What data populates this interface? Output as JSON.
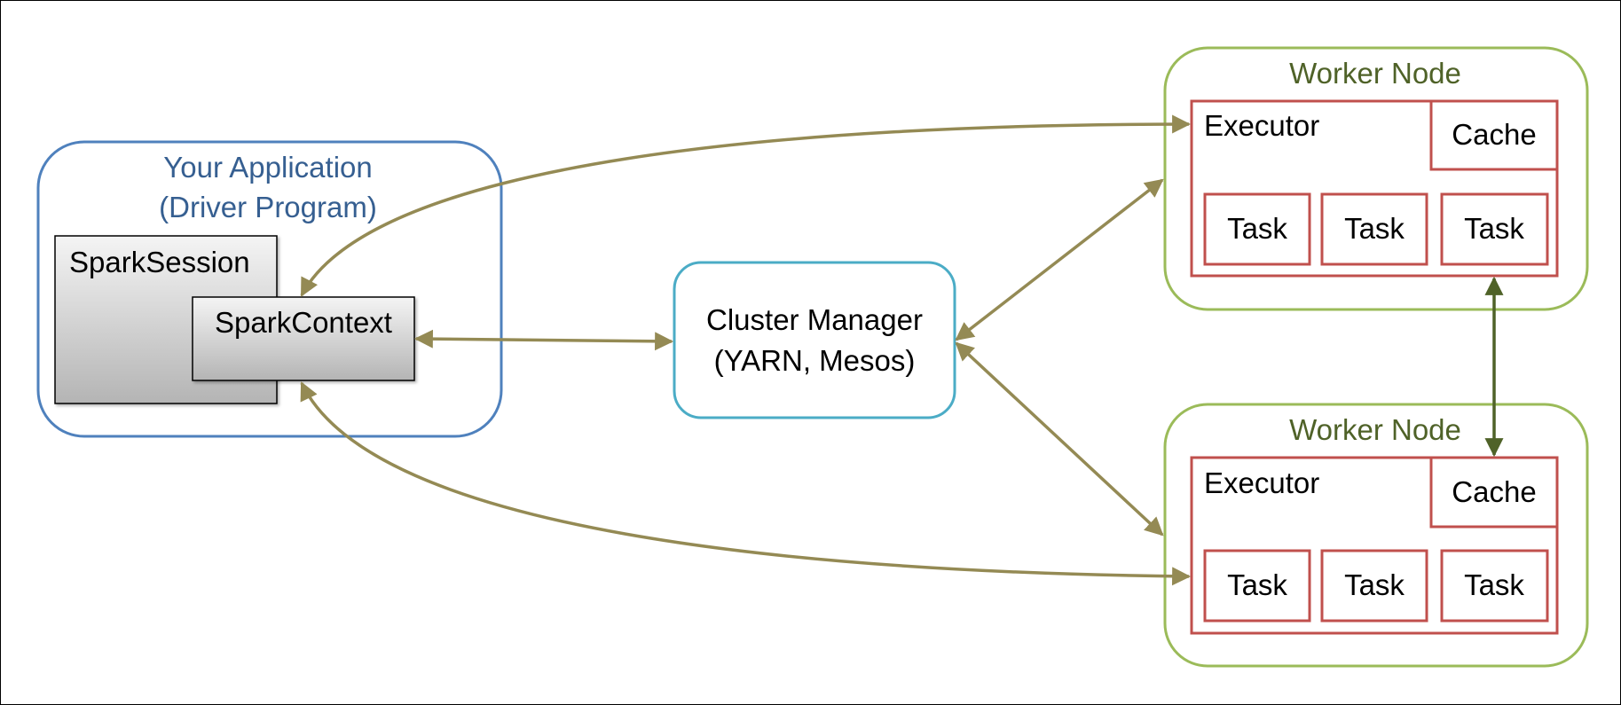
{
  "colors": {
    "driver_border": "#4f81bd",
    "driver_text": "#365f91",
    "cluster_border": "#4bacc6",
    "worker_border": "#9bbb59",
    "worker_text": "#4f6228",
    "executor_border": "#c0504d",
    "arrow": "#948a54",
    "worker_link": "#4f6228",
    "text": "#000000"
  },
  "driver": {
    "title_line1": "Your Application",
    "title_line2": "(Driver Program)",
    "spark_session": "SparkSession",
    "spark_context": "SparkContext"
  },
  "cluster_manager": {
    "line1": "Cluster Manager",
    "line2": "(YARN, Mesos)"
  },
  "worker_nodes": [
    {
      "title": "Worker Node",
      "executor": "Executor",
      "cache": "Cache",
      "tasks": [
        "Task",
        "Task",
        "Task"
      ]
    },
    {
      "title": "Worker Node",
      "executor": "Executor",
      "cache": "Cache",
      "tasks": [
        "Task",
        "Task",
        "Task"
      ]
    }
  ]
}
